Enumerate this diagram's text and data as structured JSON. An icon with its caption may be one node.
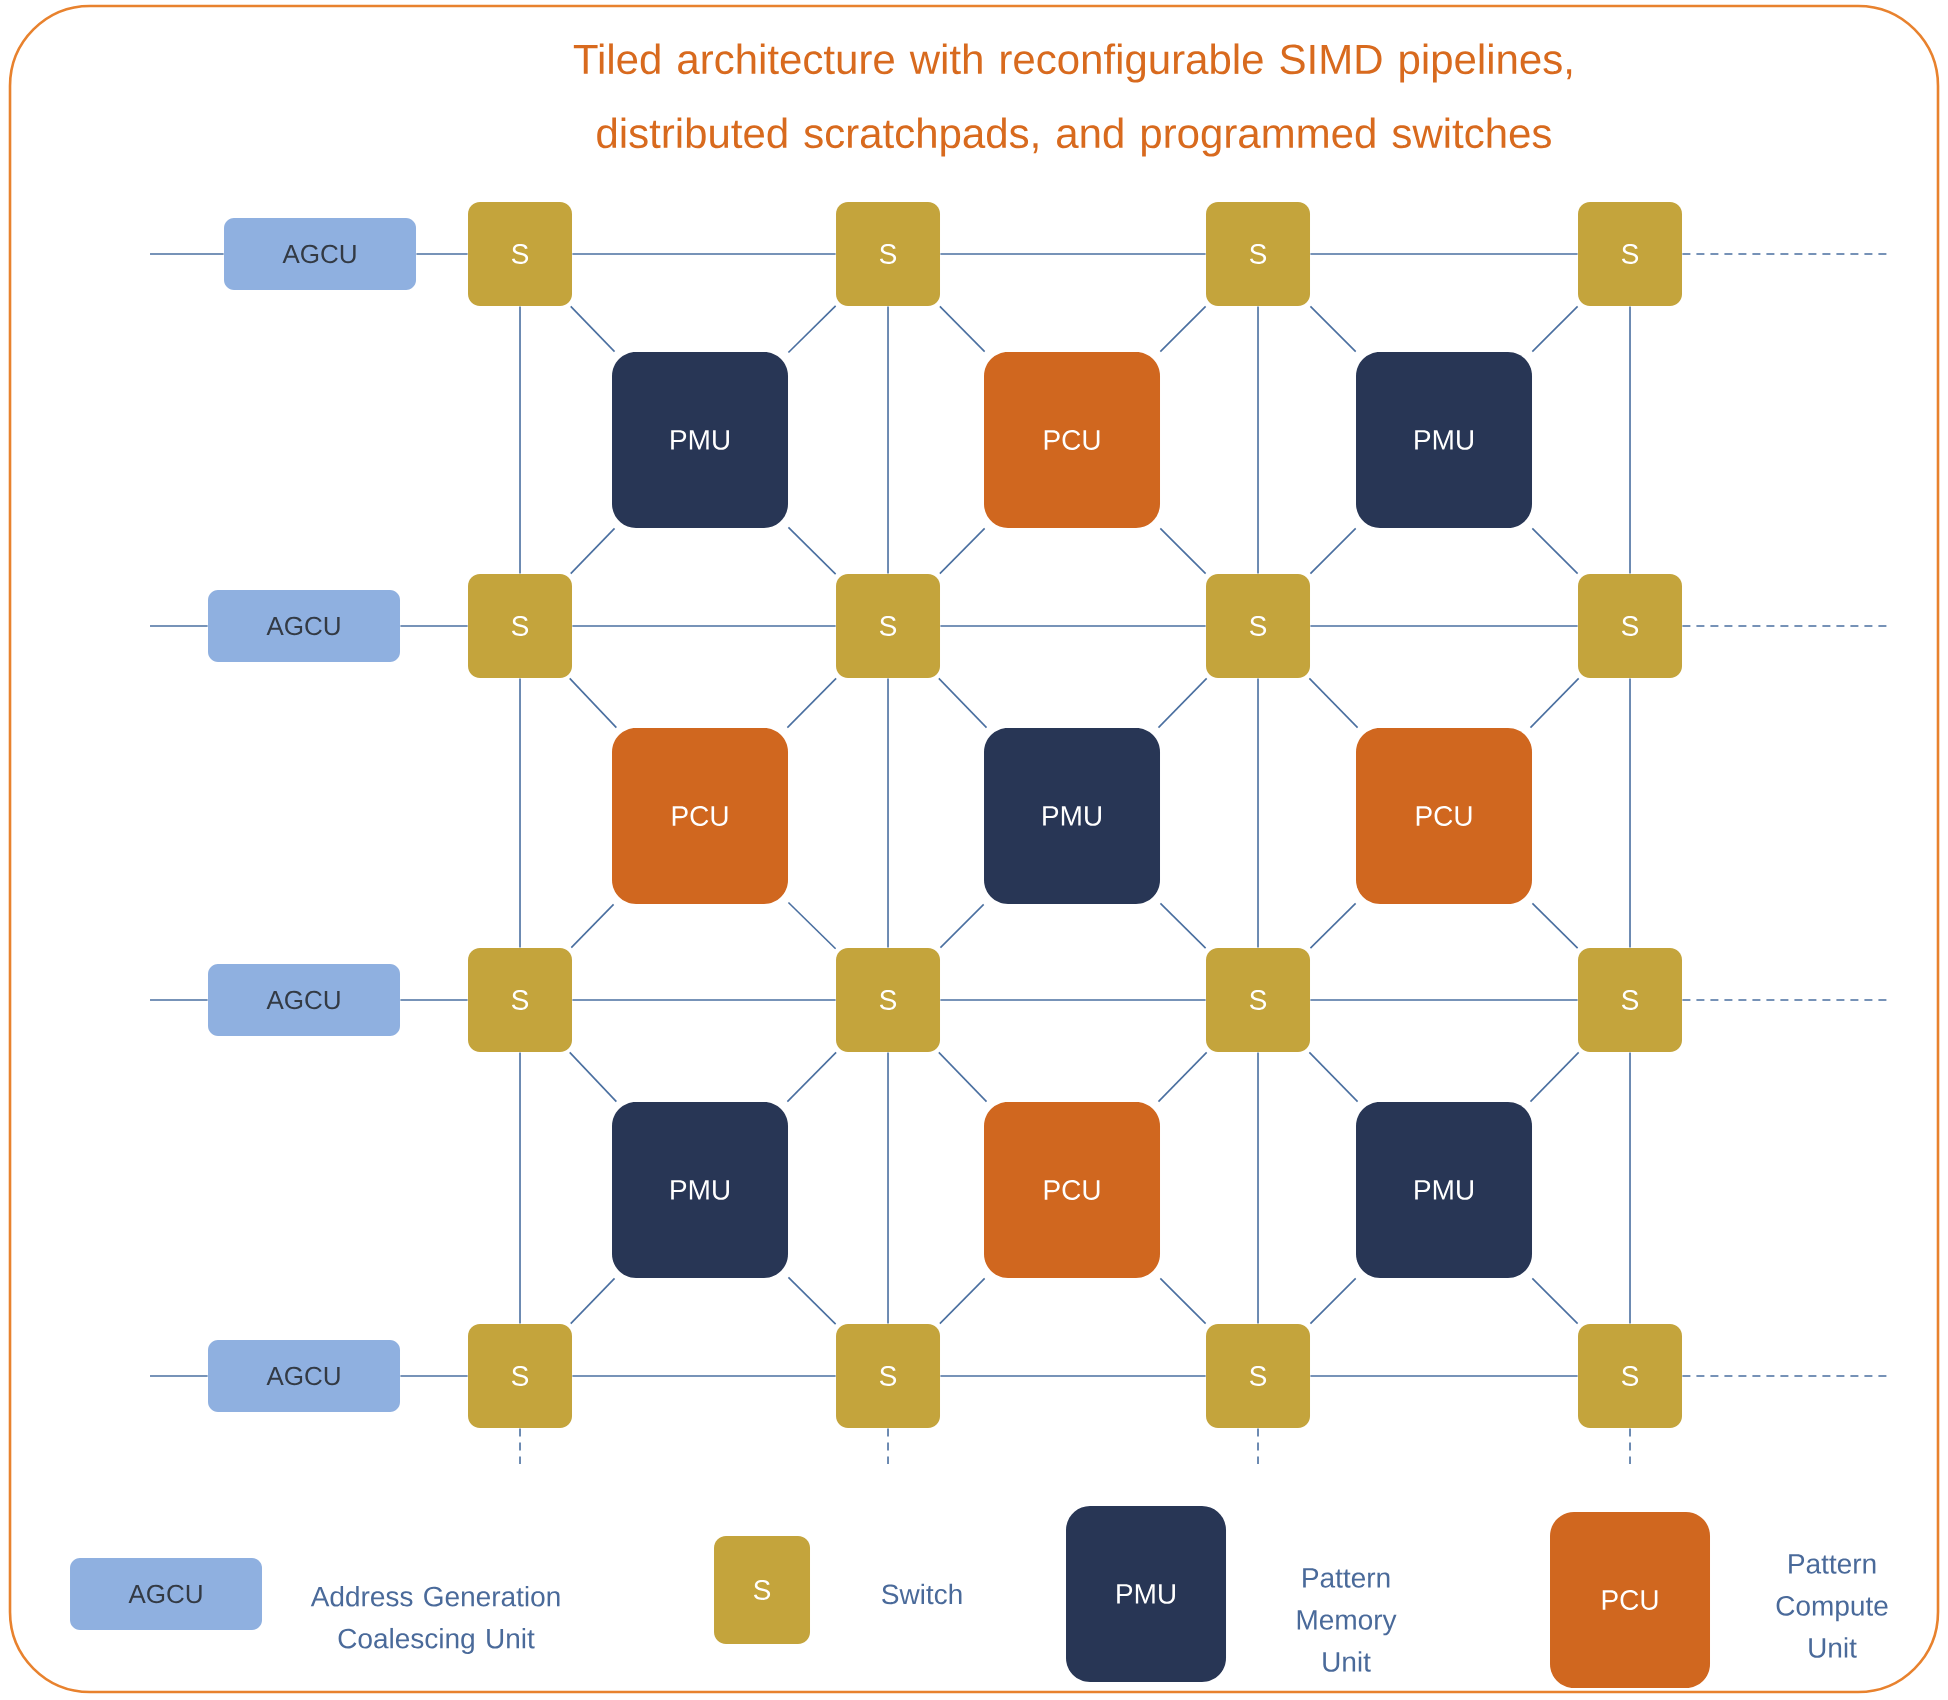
{
  "diagram": {
    "title": "Tiled architecture with reconfigurable SIMD pipelines, distributed scratchpads, and programmed switches",
    "nodes": [
      {
        "text": [
          "AGCU"
        ]
      },
      {
        "text": [
          "S"
        ]
      },
      {
        "text": [
          "S"
        ]
      },
      {
        "text": [
          "S"
        ]
      },
      {
        "text": [
          "S"
        ]
      },
      {
        "text": [
          "PMU"
        ]
      },
      {
        "text": [
          "PCU"
        ]
      },
      {
        "text": [
          "PMU"
        ]
      },
      {
        "text": [
          "AGCU"
        ]
      },
      {
        "text": [
          "S"
        ]
      },
      {
        "text": [
          "S"
        ]
      },
      {
        "text": [
          "S"
        ]
      },
      {
        "text": [
          "S"
        ]
      },
      {
        "text": [
          "PCU"
        ]
      },
      {
        "text": [
          "PMU"
        ]
      },
      {
        "text": [
          "PCU"
        ]
      },
      {
        "text": [
          "AGCU"
        ]
      },
      {
        "text": [
          "S"
        ]
      },
      {
        "text": [
          "S"
        ]
      },
      {
        "text": [
          "S"
        ]
      },
      {
        "text": [
          "S"
        ]
      },
      {
        "text": [
          "PMU"
        ]
      },
      {
        "text": [
          "PCU"
        ]
      },
      {
        "text": [
          "PMU"
        ]
      },
      {
        "text": [
          "AGCU"
        ]
      },
      {
        "text": [
          "S"
        ]
      },
      {
        "text": [
          "S"
        ]
      },
      {
        "text": [
          "S"
        ]
      },
      {
        "text": [
          "S"
        ]
      },
      {
        "text": [
          "AGCU"
        ],
        "beside": [
          "Address Generation Coalescing Unit"
        ]
      },
      {
        "text": [
          "S"
        ],
        "beside": [
          "Switch"
        ]
      },
      {
        "text": [
          "PMU"
        ],
        "beside": [
          "Pattern Memory Unit"
        ]
      },
      {
        "text": [
          "PCU"
        ],
        "beside": [
          "Pattern Compute Unit"
        ]
      }
    ],
    "edges": [
      {
        "from": null,
        "to": 0,
        "arrow": "none"
      },
      {
        "from": 0,
        "to": 1,
        "arrow": "none"
      },
      {
        "from": 1,
        "to": 2,
        "arrow": "none"
      },
      {
        "from": 2,
        "to": 3,
        "arrow": "none"
      },
      {
        "from": 3,
        "to": 4,
        "arrow": "none"
      },
      {
        "from": 4,
        "to": null,
        "arrow": "none",
        "style": "dashed"
      },
      {
        "from": null,
        "to": 8,
        "arrow": "none"
      },
      {
        "from": 8,
        "to": 9,
        "arrow": "none"
      },
      {
        "from": 9,
        "to": 10,
        "arrow": "none"
      },
      {
        "from": 10,
        "to": 11,
        "arrow": "none"
      },
      {
        "from": 11,
        "to": 12,
        "arrow": "none"
      },
      {
        "from": 12,
        "to": null,
        "arrow": "none",
        "style": "dashed"
      },
      {
        "from": null,
        "to": 16,
        "arrow": "none"
      },
      {
        "from": 16,
        "to": 17,
        "arrow": "none"
      },
      {
        "from": 17,
        "to": 18,
        "arrow": "none"
      },
      {
        "from": 18,
        "to": 19,
        "arrow": "none"
      },
      {
        "from": 19,
        "to": 20,
        "arrow": "none"
      },
      {
        "from": 20,
        "to": null,
        "arrow": "none",
        "style": "dashed"
      },
      {
        "from": null,
        "to": 24,
        "arrow": "none"
      },
      {
        "from": 24,
        "to": 25,
        "arrow": "none"
      },
      {
        "from": 25,
        "to": 26,
        "arrow": "none"
      },
      {
        "from": 26,
        "to": 27,
        "arrow": "none"
      },
      {
        "from": 27,
        "to": 28,
        "arrow": "none"
      },
      {
        "from": 28,
        "to": null,
        "arrow": "none",
        "style": "dashed"
      },
      {
        "from": 1,
        "to": 9,
        "arrow": "none"
      },
      {
        "from": 9,
        "to": 17,
        "arrow": "none"
      },
      {
        "from": 17,
        "to": 25,
        "arrow": "none"
      },
      {
        "from": 25,
        "to": null,
        "arrow": "none",
        "style": "dashed"
      },
      {
        "from": 2,
        "to": 10,
        "arrow": "none"
      },
      {
        "from": 10,
        "to": 18,
        "arrow": "none"
      },
      {
        "from": 18,
        "to": 26,
        "arrow": "none"
      },
      {
        "from": 26,
        "to": null,
        "arrow": "none",
        "style": "dashed"
      },
      {
        "from": 3,
        "to": 11,
        "arrow": "none"
      },
      {
        "from": 11,
        "to": 19,
        "arrow": "none"
      },
      {
        "from": 19,
        "to": 27,
        "arrow": "none"
      },
      {
        "from": 27,
        "to": null,
        "arrow": "none",
        "style": "dashed"
      },
      {
        "from": 4,
        "to": 12,
        "arrow": "none"
      },
      {
        "from": 12,
        "to": 20,
        "arrow": "none"
      },
      {
        "from": 20,
        "to": 28,
        "arrow": "none"
      },
      {
        "from": 28,
        "to": null,
        "arrow": "none",
        "style": "dashed"
      },
      {
        "from": 1,
        "to": 5,
        "arrow": "none"
      },
      {
        "from": 2,
        "to": 5,
        "arrow": "none"
      },
      {
        "from": 9,
        "to": 5,
        "arrow": "none"
      },
      {
        "from": 10,
        "to": 5,
        "arrow": "none"
      },
      {
        "from": 2,
        "to": 6,
        "arrow": "none"
      },
      {
        "from": 3,
        "to": 6,
        "arrow": "none"
      },
      {
        "from": 10,
        "to": 6,
        "arrow": "none"
      },
      {
        "from": 11,
        "to": 6,
        "arrow": "none"
      },
      {
        "from": 3,
        "to": 7,
        "arrow": "none"
      },
      {
        "from": 4,
        "to": 7,
        "arrow": "none"
      },
      {
        "from": 11,
        "to": 7,
        "arrow": "none"
      },
      {
        "from": 12,
        "to": 7,
        "arrow": "none"
      },
      {
        "from": 9,
        "to": 13,
        "arrow": "none"
      },
      {
        "from": 10,
        "to": 13,
        "arrow": "none"
      },
      {
        "from": 17,
        "to": 13,
        "arrow": "none"
      },
      {
        "from": 18,
        "to": 13,
        "arrow": "none"
      },
      {
        "from": 10,
        "to": 14,
        "arrow": "none"
      },
      {
        "from": 11,
        "to": 14,
        "arrow": "none"
      },
      {
        "from": 18,
        "to": 14,
        "arrow": "none"
      },
      {
        "from": 19,
        "to": 14,
        "arrow": "none"
      },
      {
        "from": 11,
        "to": 15,
        "arrow": "none"
      },
      {
        "from": 12,
        "to": 15,
        "arrow": "none"
      },
      {
        "from": 19,
        "to": 15,
        "arrow": "none"
      },
      {
        "from": 20,
        "to": 15,
        "arrow": "none"
      },
      {
        "from": 17,
        "to": 21,
        "arrow": "none"
      },
      {
        "from": 18,
        "to": 21,
        "arrow": "none"
      },
      {
        "from": 25,
        "to": 21,
        "arrow": "none"
      },
      {
        "from": 26,
        "to": 21,
        "arrow": "none"
      },
      {
        "from": 18,
        "to": 22,
        "arrow": "none"
      },
      {
        "from": 19,
        "to": 22,
        "arrow": "none"
      },
      {
        "from": 26,
        "to": 22,
        "arrow": "none"
      },
      {
        "from": 27,
        "to": 22,
        "arrow": "none"
      },
      {
        "from": 19,
        "to": 23,
        "arrow": "none"
      },
      {
        "from": 20,
        "to": 23,
        "arrow": "none"
      },
      {
        "from": 27,
        "to": 23,
        "arrow": "none"
      },
      {
        "from": 28,
        "to": 23,
        "arrow": "none"
      }
    ]
  }
}
